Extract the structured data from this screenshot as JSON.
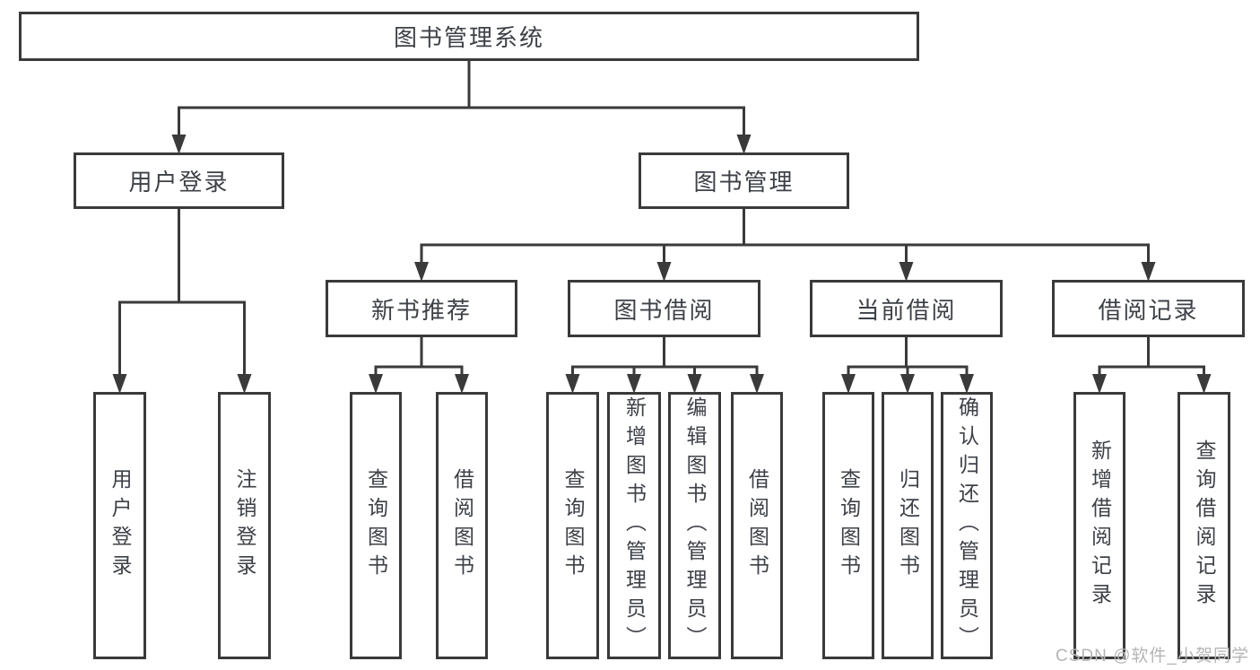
{
  "colors": {
    "line": "#3a3a3a",
    "box_background": "#ffffff",
    "label_text": "#3d4147",
    "watermark_text": "#b5b5b5",
    "page_background": "#ffffff"
  },
  "watermark": {
    "text": "CSDN @软件_小贺同学"
  },
  "tree": {
    "label": "图书管理系统",
    "children": [
      {
        "label": "用户登录",
        "children": [
          {
            "label": "用户登录"
          },
          {
            "label": "注销登录"
          }
        ]
      },
      {
        "label": "图书管理",
        "children": [
          {
            "label": "新书推荐",
            "children": [
              {
                "label": "查询图书"
              },
              {
                "label": "借阅图书"
              }
            ]
          },
          {
            "label": "图书借阅",
            "children": [
              {
                "label": "查询图书"
              },
              {
                "label": "新增图书（管理员）"
              },
              {
                "label": "编辑图书（管理员）"
              },
              {
                "label": "借阅图书"
              }
            ]
          },
          {
            "label": "当前借阅",
            "children": [
              {
                "label": "查询图书"
              },
              {
                "label": "归还图书"
              },
              {
                "label": "确认归还（管理员）"
              }
            ]
          },
          {
            "label": "借阅记录",
            "children": [
              {
                "label": "新增借阅记录"
              },
              {
                "label": "查询借阅记录"
              }
            ]
          }
        ]
      }
    ]
  }
}
